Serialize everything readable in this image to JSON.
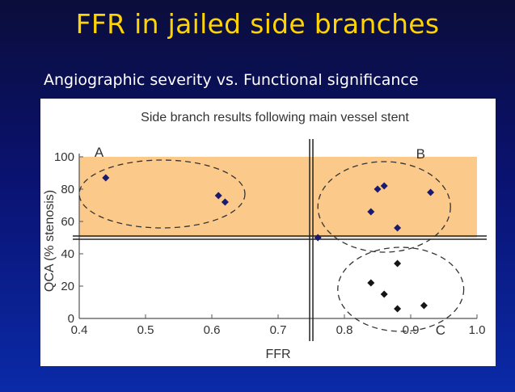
{
  "slide": {
    "title": "FFR in jailed side branches",
    "subtitle": "Angiographic severity vs. Functional significance"
  },
  "colors": {
    "background_top": "#0b0d3a",
    "background_bottom": "#0a2aa8",
    "title": "#ffd400",
    "highlight_region": "#fbc98a",
    "marker": "#1a1a6e"
  },
  "chart_data": {
    "type": "scatter",
    "title": "Side branch results following main vessel stent",
    "xlabel": "FFR",
    "ylabel": "QCA (% stenosis)",
    "xlim": [
      0.4,
      1.0
    ],
    "ylim": [
      0,
      100
    ],
    "xticks": [
      0.4,
      0.5,
      0.6,
      0.7,
      0.8,
      0.9,
      1.0
    ],
    "xtick_labels": [
      "0.4",
      "0.5",
      "0.6",
      "0.7",
      "0.8",
      "0.9",
      "1.0"
    ],
    "yticks": [
      0,
      20,
      40,
      60,
      80,
      100
    ],
    "ytick_labels": [
      "0",
      "20",
      "40",
      "60",
      "80",
      "100"
    ],
    "grid": false,
    "reference_lines": {
      "ffr": 0.75,
      "qca": 50
    },
    "highlight_region": {
      "ymin": 50,
      "ymax": 100
    },
    "points": [
      {
        "x": 0.44,
        "y": 87
      },
      {
        "x": 0.61,
        "y": 76
      },
      {
        "x": 0.62,
        "y": 72
      },
      {
        "x": 0.76,
        "y": 50
      },
      {
        "x": 0.84,
        "y": 66
      },
      {
        "x": 0.85,
        "y": 80
      },
      {
        "x": 0.86,
        "y": 82
      },
      {
        "x": 0.88,
        "y": 56
      },
      {
        "x": 0.93,
        "y": 78
      },
      {
        "x": 0.84,
        "y": 22
      },
      {
        "x": 0.86,
        "y": 15
      },
      {
        "x": 0.88,
        "y": 34
      },
      {
        "x": 0.88,
        "y": 6
      },
      {
        "x": 0.92,
        "y": 8
      }
    ],
    "groups": [
      {
        "label": "A",
        "cx": 0.525,
        "cy": 77,
        "rx": 0.125,
        "ry": 21
      },
      {
        "label": "B",
        "cx": 0.86,
        "cy": 69,
        "rx": 0.1,
        "ry": 28
      },
      {
        "label": "C",
        "cx": 0.885,
        "cy": 18,
        "rx": 0.095,
        "ry": 26
      }
    ]
  }
}
